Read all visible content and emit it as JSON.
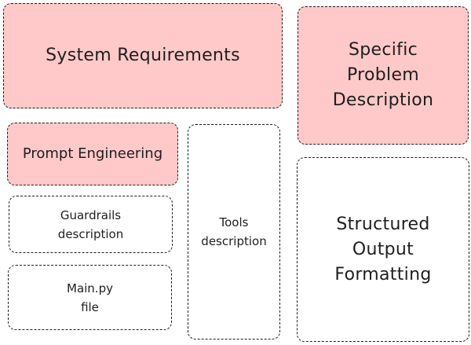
{
  "system_requirements": {
    "lines": [
      "System Requirements"
    ]
  },
  "specific_problem": {
    "lines": [
      "Specific",
      "Problem",
      "Description"
    ]
  },
  "prompt_engineering": {
    "lines": [
      "Prompt Engineering"
    ]
  },
  "tools_description": {
    "lines": [
      "Tools",
      "description"
    ]
  },
  "structured_output": {
    "lines": [
      "Structured",
      "Output",
      "Formatting"
    ]
  },
  "guardrails_description": {
    "lines": [
      "Guardrails",
      "description"
    ]
  },
  "main_py_file": {
    "lines": [
      "Main.py",
      "file"
    ]
  },
  "colors": {
    "highlight_fill": "#ffc9c9",
    "stroke": "#1e1e1e",
    "plain_fill": "#ffffff"
  }
}
